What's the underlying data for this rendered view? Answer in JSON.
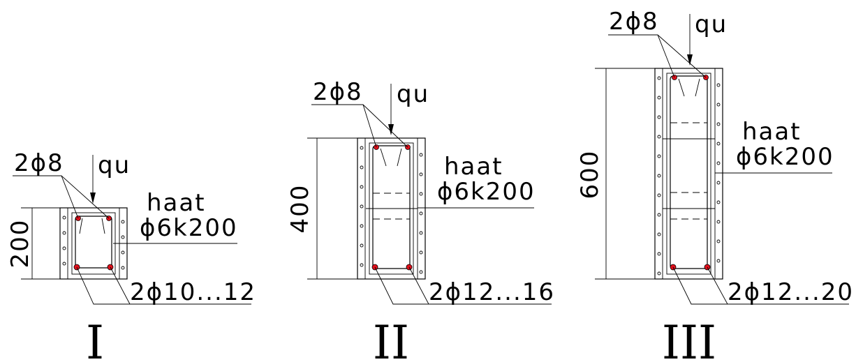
{
  "sections": [
    {
      "id": "I",
      "numeral": "I",
      "dimension": "200",
      "top_bars": "2ϕ8",
      "load": "qu",
      "stirrup_name": "haat",
      "stirrup_spec": "ϕ6k200",
      "bottom_bars": "2ϕ10...12"
    },
    {
      "id": "II",
      "numeral": "II",
      "dimension": "400",
      "top_bars": "2ϕ8",
      "load": "qu",
      "stirrup_name": "haat",
      "stirrup_spec": "ϕ6k200",
      "bottom_bars": "2ϕ12...16"
    },
    {
      "id": "III",
      "numeral": "III",
      "dimension": "600",
      "top_bars": "2ϕ8",
      "load": "qu",
      "stirrup_name": "haat",
      "stirrup_spec": "ϕ6k200",
      "bottom_bars": "2ϕ12...20"
    }
  ],
  "colors": {
    "rebar": "#e0101b",
    "lines": "#000000"
  }
}
